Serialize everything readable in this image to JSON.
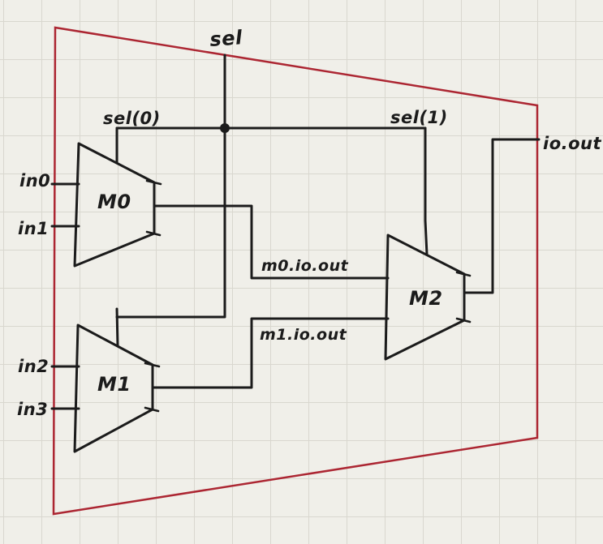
{
  "colors": {
    "background": "#f0efe9",
    "grid": "#d9d7cf",
    "ink": "#1b1b1b",
    "red": "#ac2632"
  },
  "labels": {
    "sel": "sel",
    "sel0": "sel(0)",
    "sel1": "sel(1)",
    "in0": "in0",
    "in1": "in1",
    "in2": "in2",
    "in3": "in3",
    "io_out": "io.out",
    "m0_io_out": "m0.io.out",
    "m1_io_out": "m1.io.out"
  },
  "muxes": [
    {
      "name": "M0"
    },
    {
      "name": "M1"
    },
    {
      "name": "M2"
    }
  ]
}
